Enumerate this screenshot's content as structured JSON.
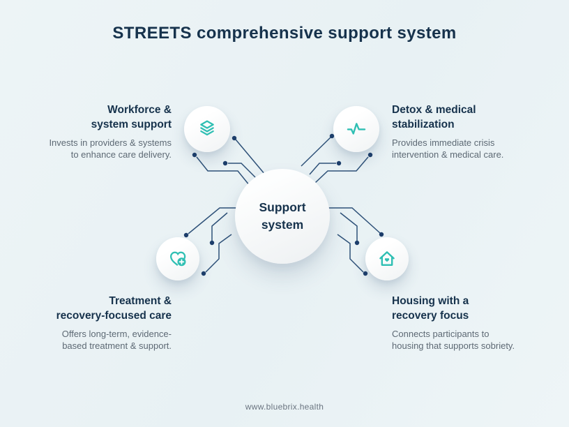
{
  "title": "STREETS comprehensive support system",
  "center": {
    "line1": "Support",
    "line2": "system"
  },
  "nodes": [
    {
      "id": "workforce-system-support",
      "icon": "layers-icon",
      "heading_lines": [
        "Workforce &",
        "system support"
      ],
      "body_lines": [
        "Invests in providers & systems",
        "to enhance care delivery."
      ]
    },
    {
      "id": "detox-medical-stabilization",
      "icon": "pulse-icon",
      "heading_lines": [
        "Detox & medical",
        "stabilization"
      ],
      "body_lines": [
        "Provides immediate crisis",
        "intervention & medical care."
      ]
    },
    {
      "id": "treatment-recovery-focused-care",
      "icon": "heart-plus-icon",
      "heading_lines": [
        "Treatment &",
        "recovery-focused care"
      ],
      "body_lines": [
        "Offers long-term, evidence-",
        "based treatment & support."
      ]
    },
    {
      "id": "housing-recovery-focus",
      "icon": "house-heart-icon",
      "heading_lines": [
        "Housing with a",
        "recovery focus"
      ],
      "body_lines": [
        "Connects participants to",
        "housing that supports sobriety."
      ]
    }
  ],
  "footer": {
    "website": "www.bluebrix.health"
  },
  "colors": {
    "background": "#eaf2f5",
    "heading_navy": "#16324c",
    "body_gray": "#5d6974",
    "accent_teal": "#2fbfb3",
    "trace_navy": "#2e5178",
    "dot_navy": "#1d3e6b"
  }
}
